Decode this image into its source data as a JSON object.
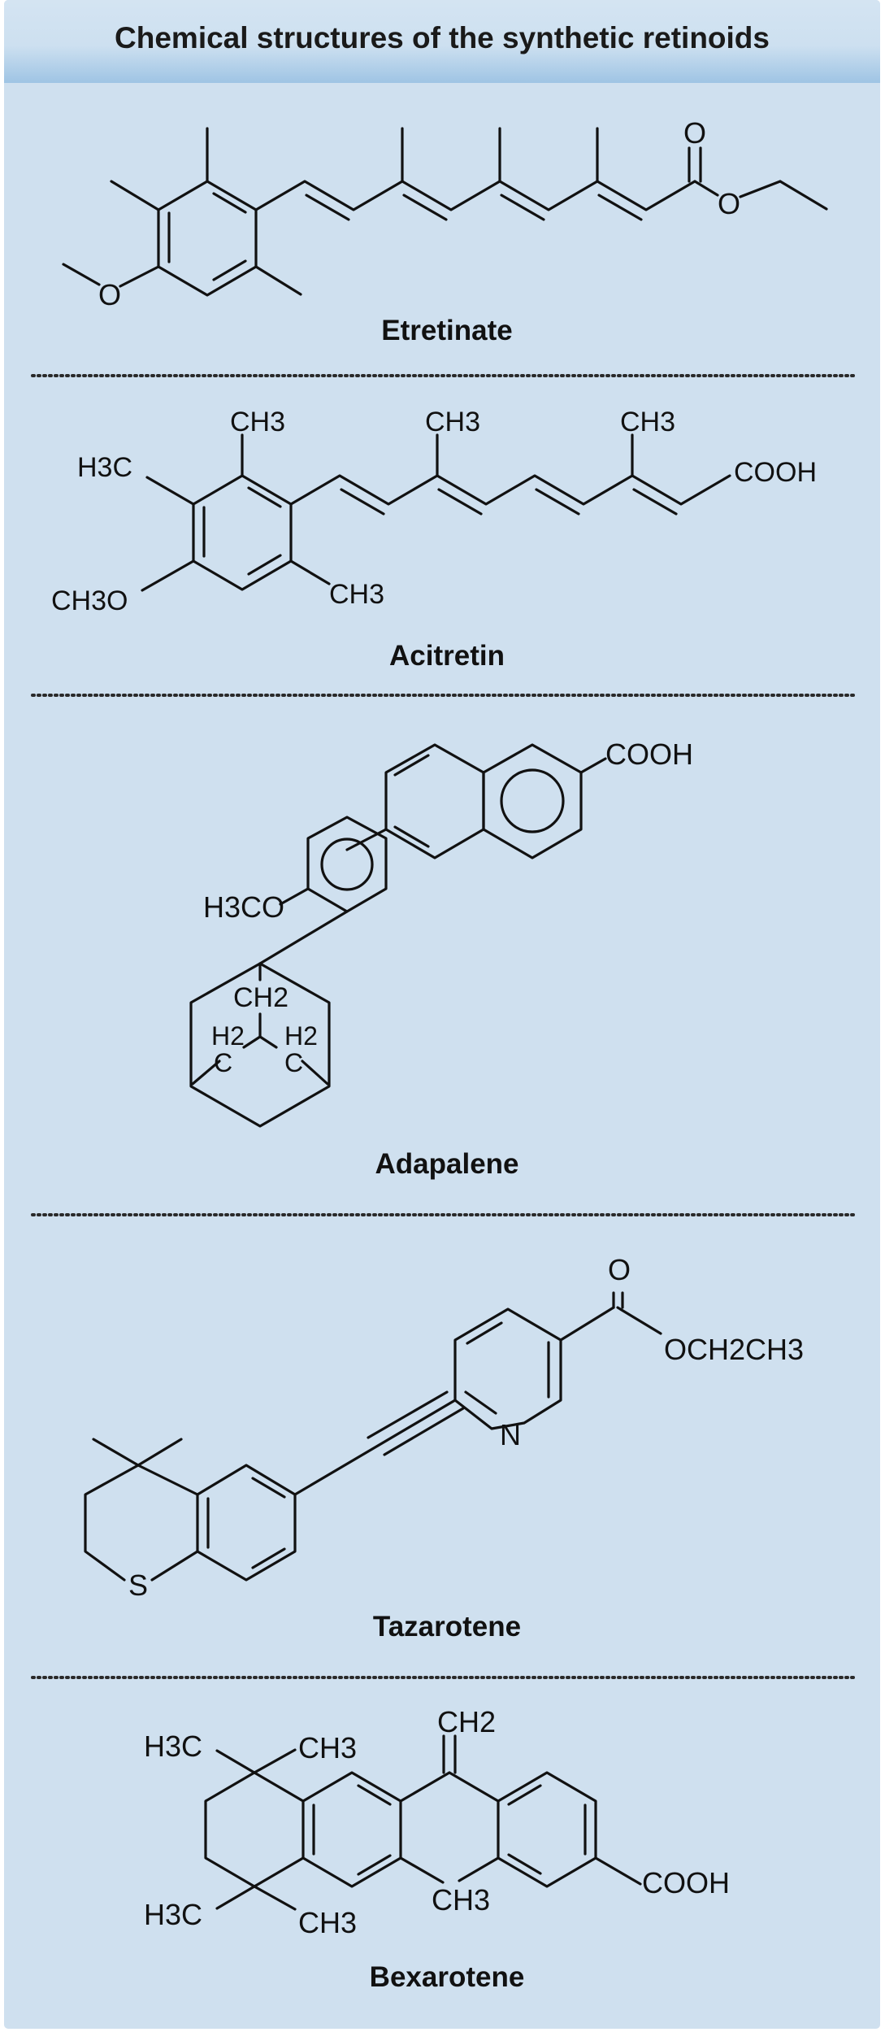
{
  "title": "Chemical structures of the synthetic retinoids",
  "compounds": [
    {
      "name": "Etretinate",
      "labels": {
        "o_carbonyl": "O",
        "o_ester": "O",
        "o_methoxy": "O"
      }
    },
    {
      "name": "Acitretin",
      "labels": {
        "ch3_top_ring": "CH3",
        "ch3_top_2": "CH3",
        "ch3_top_3": "CH3",
        "h3c": "H3C",
        "ch3o": "CH3O",
        "ch3_bottom": "CH3",
        "cooh": "COOH"
      }
    },
    {
      "name": "Adapalene",
      "labels": {
        "cooh": "COOH",
        "h3co": "H3CO",
        "ch2_top": "CH2",
        "h2_left": "H2",
        "c_left": "C",
        "h2_right": "H2",
        "c_right": "C"
      }
    },
    {
      "name": "Tazarotene",
      "labels": {
        "o_carbonyl": "O",
        "och2ch3": "OCH2CH3",
        "n": "N",
        "s": "S"
      }
    },
    {
      "name": "Bexarotene",
      "labels": {
        "h3c_top": "H3C",
        "ch3_top": "CH3",
        "ch2": "CH2",
        "h3c_bottom": "H3C",
        "ch3_bottom": "CH3",
        "ch3_mid": "CH3",
        "cooh": "COOH"
      }
    }
  ]
}
